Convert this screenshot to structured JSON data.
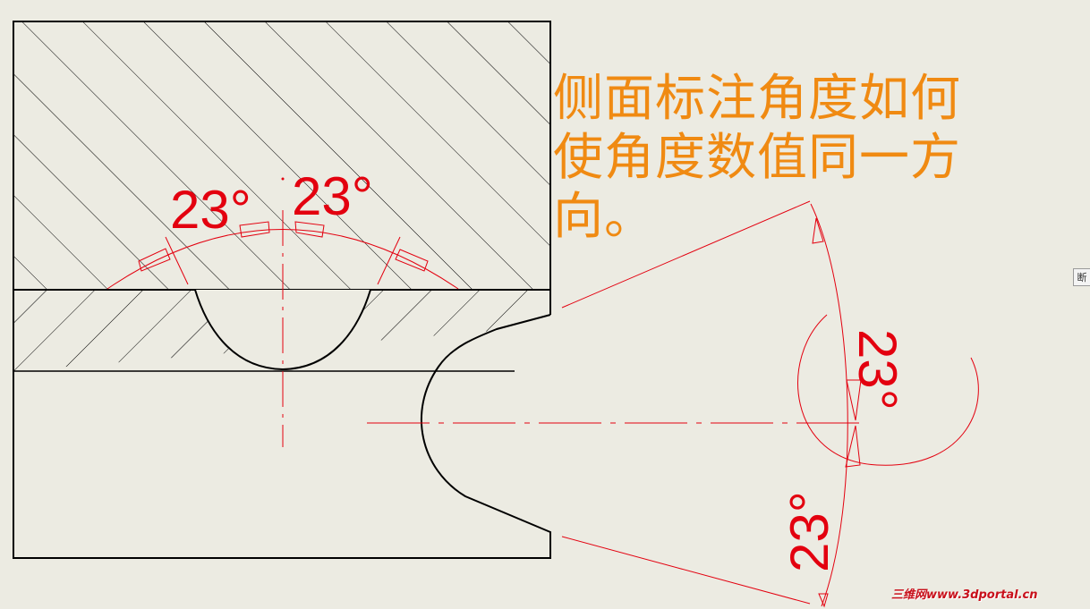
{
  "title_lines": [
    "侧面标注角度如何",
    "使角度数值同一方",
    "向。"
  ],
  "dimensions": {
    "top_left": "23°",
    "top_right": "23°",
    "side_upper": "23°",
    "side_lower": "23°"
  },
  "side_tab": "断",
  "watermark": "三维网www.3dportal.cn",
  "colors": {
    "background": "#ecebe2",
    "outline": "#000000",
    "dimension": "#e3000f",
    "title": "#f08a12"
  }
}
